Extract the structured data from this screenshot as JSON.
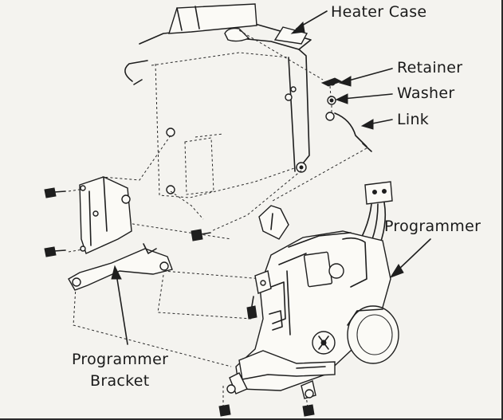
{
  "labels": {
    "heater_case": "Heater Case",
    "retainer": "Retainer",
    "washer": "Washer",
    "link": "Link",
    "programmer": "Programmer",
    "programmer_bracket_line1": "Programmer",
    "programmer_bracket_line2": "Bracket"
  },
  "colors": {
    "ink": "#1e1e1e",
    "paper": "#f4f3ef"
  }
}
